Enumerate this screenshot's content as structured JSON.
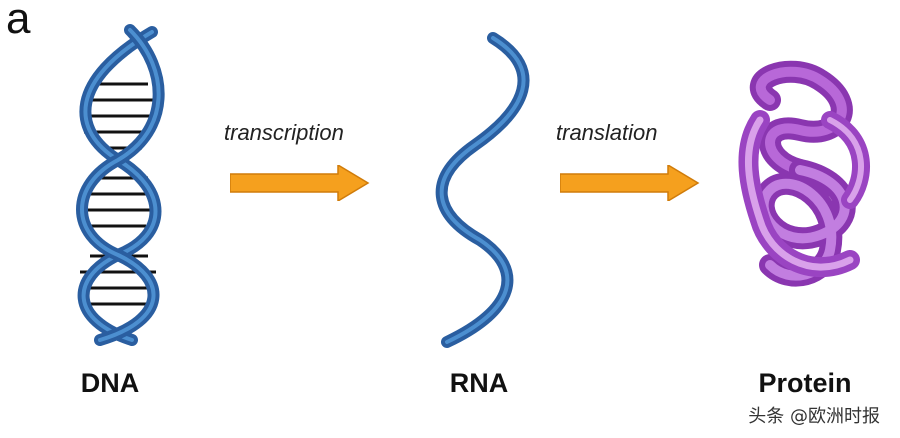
{
  "panel_letter": "a",
  "stages": {
    "dna": "DNA",
    "rna": "RNA",
    "protein": "Protein"
  },
  "processes": {
    "transcription": "transcription",
    "translation": "translation"
  },
  "watermark": "头条 @欧洲时报",
  "colors": {
    "helix_blue": "#2a5ea0",
    "helix_highlight": "#4c8fd0",
    "base_pair": "#111111",
    "arrow_orange": "#f5a01e",
    "protein_purple": "#a24ec8",
    "protein_light": "#d9a1ea"
  }
}
